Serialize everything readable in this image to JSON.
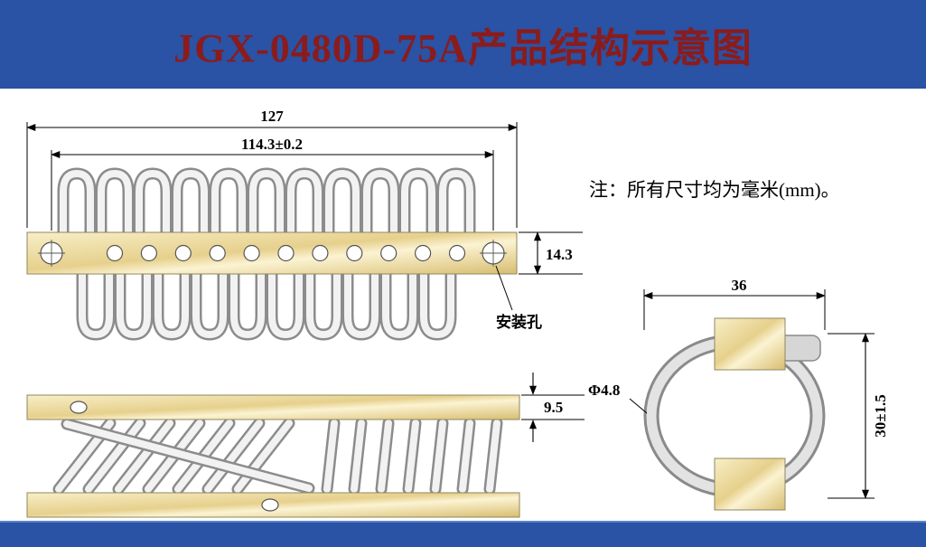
{
  "title": "JGX-0480D-75A产品结构示意图",
  "note": "注：所有尺寸均为毫米(mm)。",
  "colors": {
    "header_bg": "#2a52a5",
    "title_color": "#8a1c1c",
    "metal_gold": "#e6d08c",
    "wire_gray": "#8c8c8c"
  },
  "top_view": {
    "overall_length": "127",
    "hole_spacing": "114.3±0.2",
    "bar_height": "14.3",
    "mounting_hole_label": "安装孔"
  },
  "side_view": {
    "plate_thickness": "9.5"
  },
  "end_view": {
    "width": "36",
    "height": "30±1.5",
    "wire_diameter": "Φ4.8"
  }
}
